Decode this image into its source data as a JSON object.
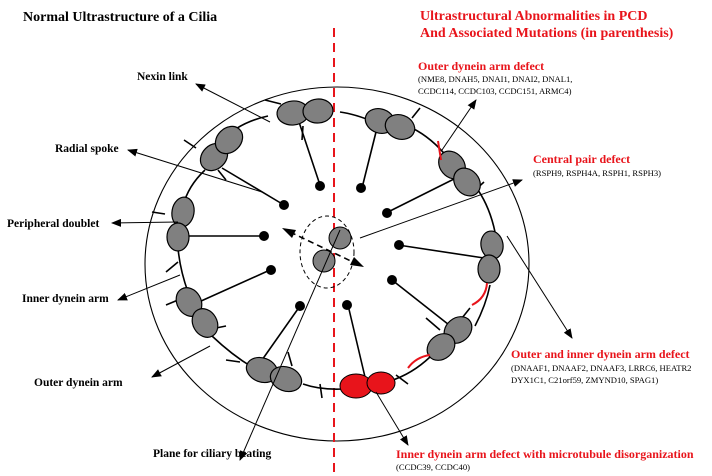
{
  "titles": {
    "left": "Normal Ultrastructure of a Cilia",
    "right_line1": "Ultrastructural Abnormalities in PCD",
    "right_line2": "And Associated Mutations (in parenthesis)"
  },
  "normal_labels": {
    "nexin": "Nexin link",
    "radial_spoke": "Radial spoke",
    "peripheral_doublet": "Peripheral doublet",
    "inner_arm": "Inner dynein arm",
    "outer_arm": "Outer dynein arm",
    "plane": "Plane for ciliary beating"
  },
  "defects": {
    "outer": {
      "title": "Outer dynein arm defect",
      "genes_line1": "(NME8, DNAH5, DNAI1, DNAI2, DNAL1,",
      "genes_line2": "CCDC114, CCDC103, CCDC151, ARMC4)"
    },
    "central": {
      "title": "Central pair defect",
      "genes_line1": "(RSPH9, RSPH4A, RSPH1, RSPH3)"
    },
    "outer_inner": {
      "title": "Outer and inner dynein arm defect",
      "genes_line1": "(DNAAF1, DNAAF2, DNAAF3, LRRC6, HEATR2",
      "genes_line2": "DYX1C1, C21orf59, ZMYND10, SPAG1)"
    },
    "microtubule": {
      "title": "Inner dynein arm defect with microtubule disorganization",
      "genes_line1": "(CCDC39, CCDC40)"
    }
  },
  "colors": {
    "doublet_fill": "#808080",
    "defect_red": "#e8141b",
    "outline": "#000000"
  }
}
